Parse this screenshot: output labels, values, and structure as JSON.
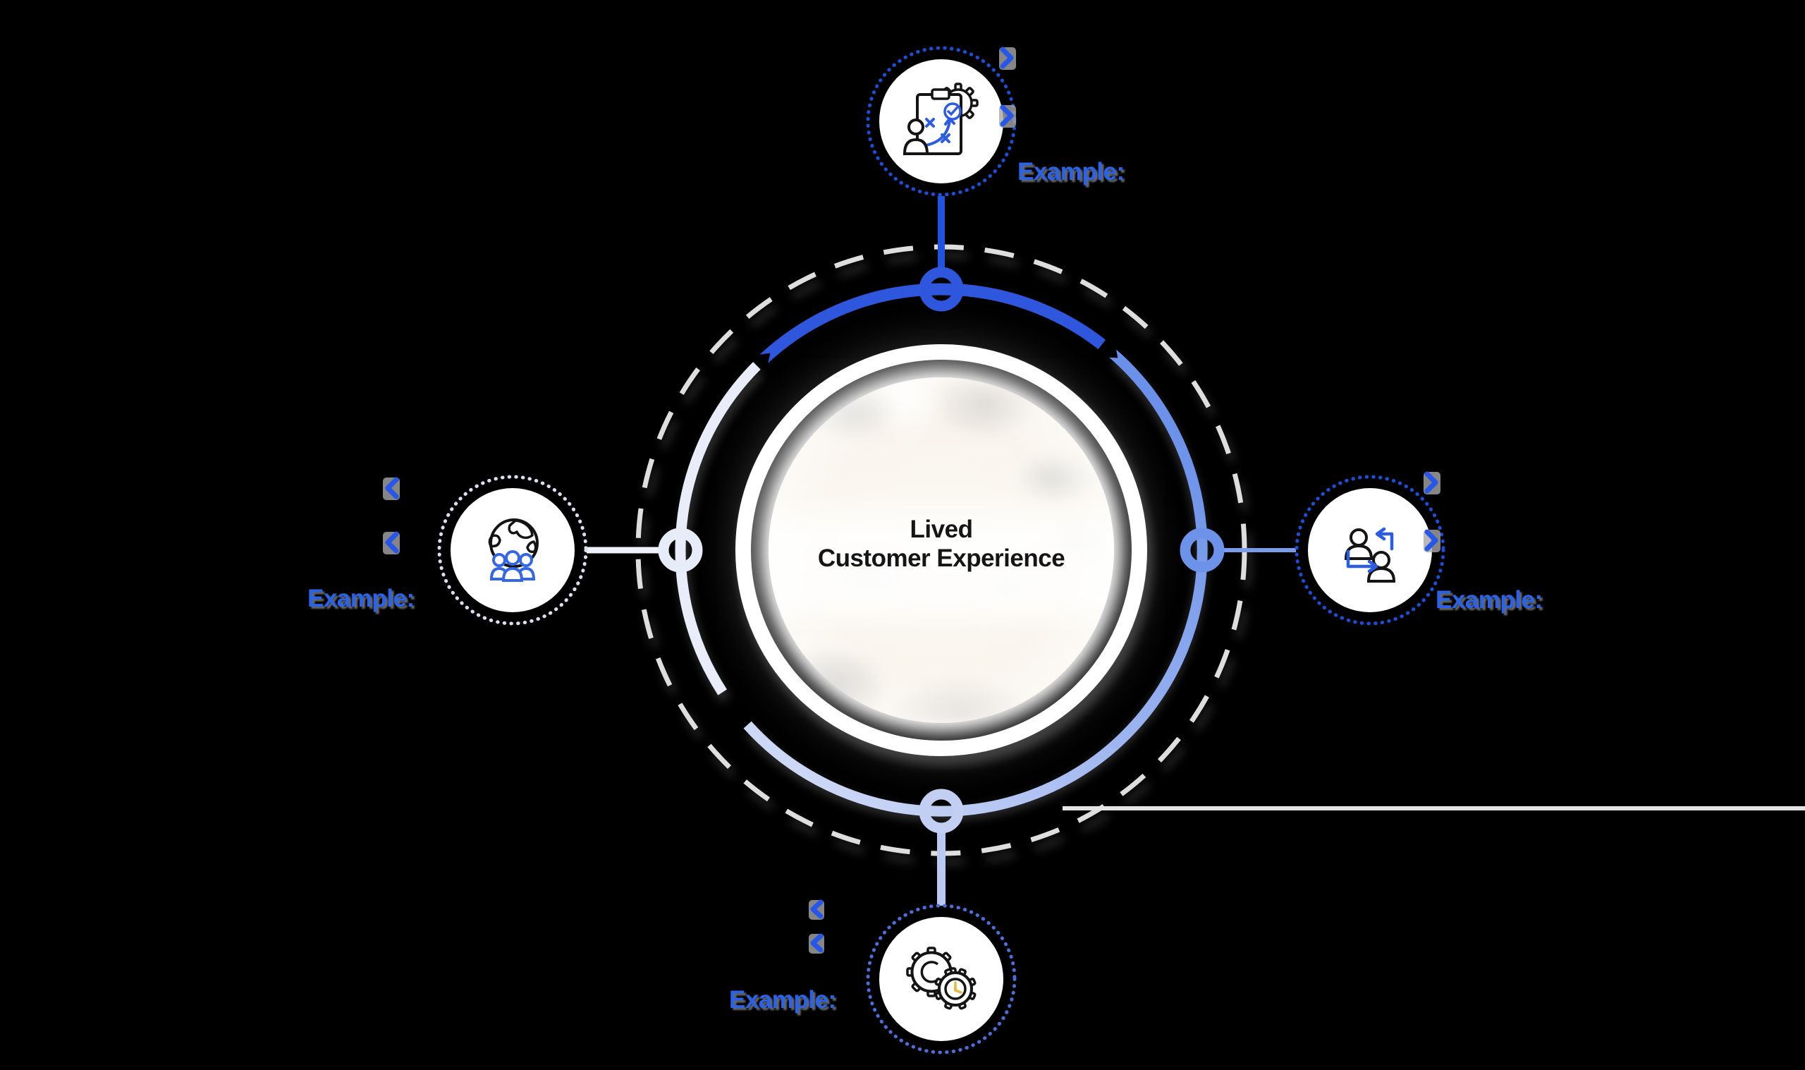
{
  "center": {
    "title_line1": "Lived",
    "title_line2": "Customer Experience"
  },
  "labels": {
    "top_example": "Example:",
    "right_example": "Example:",
    "bottom_example": "Example:",
    "left_example": "Example:"
  },
  "icons": {
    "top": "strategy-plan-clipboard-icon",
    "right": "customer-exchange-icon",
    "bottom": "process-time-gears-icon",
    "left": "global-community-icon",
    "bullet": "chevron-bullet-icon"
  },
  "colors": {
    "background": "#000000",
    "accent_blue": "#2e57de",
    "mid_blue": "#6d92e9",
    "light_blue": "#c2cff3",
    "pale_blue": "#e7ecf9",
    "example_text": "#2a63e8",
    "dotted_ring_blue": "#1c4fd9",
    "dashed_ring_gray": "#dedede",
    "divider_gray": "#e3e3e3",
    "title_text": "#151515",
    "clock_hands": "#e9b83d"
  }
}
